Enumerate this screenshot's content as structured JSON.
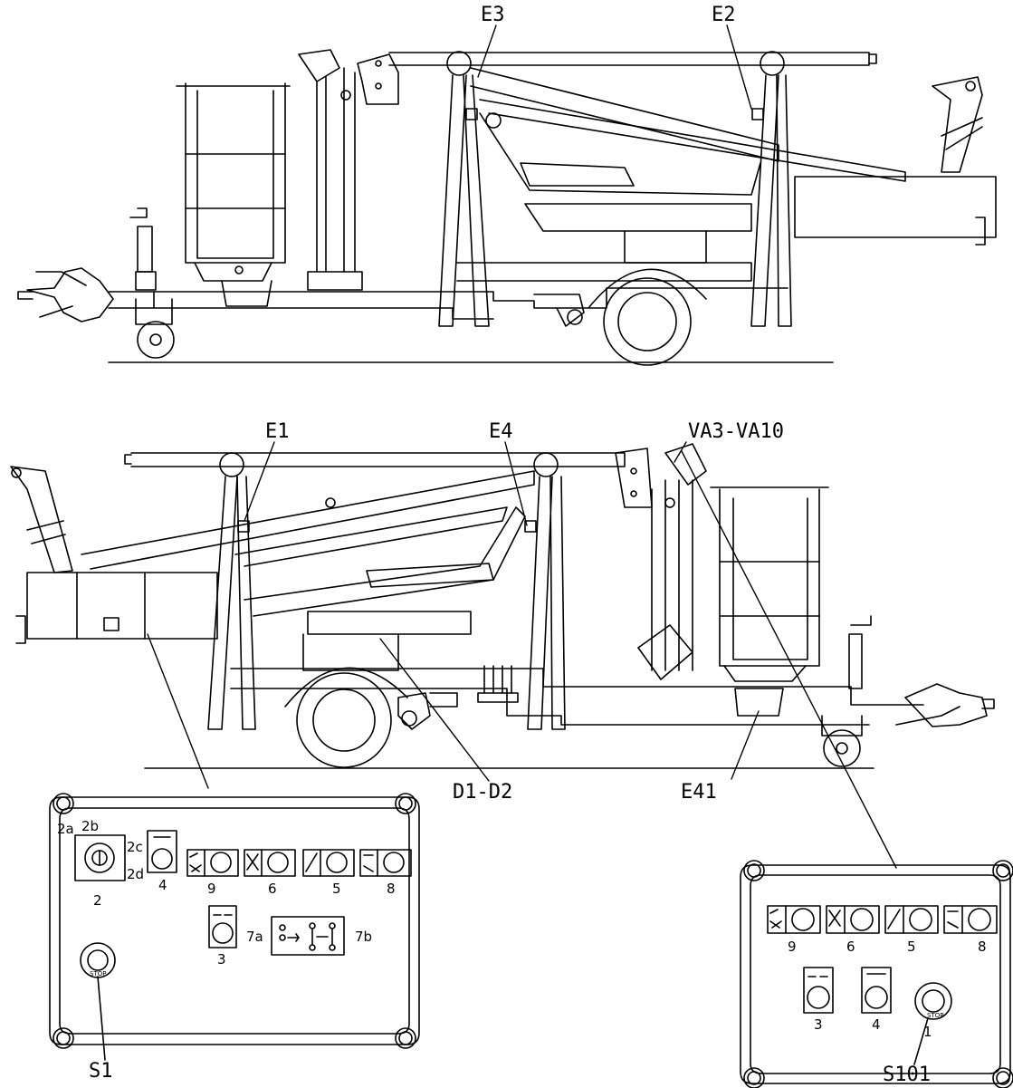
{
  "labels": {
    "e3": "E3",
    "e2": "E2",
    "e1": "E1",
    "e4": "E4",
    "va": "VA3-VA10",
    "d1d2": "D1-D2",
    "e41": "E41",
    "s1": "S1",
    "s101": "S101"
  },
  "panel_left": {
    "key_2a": "2a",
    "key_2b": "2b",
    "key_2c": "2c",
    "key_2d": "2d",
    "key_2": "2",
    "btn_4": "4",
    "btn_9": "9",
    "btn_6": "6",
    "btn_5": "5",
    "btn_8": "8",
    "btn_3": "3",
    "sel_7a": "7a",
    "sel_7b": "7b",
    "stop": "STOP"
  },
  "panel_right": {
    "btn_9": "9",
    "btn_6": "6",
    "btn_5": "5",
    "btn_8": "8",
    "btn_3": "3",
    "btn_4": "4",
    "btn_1": "1",
    "stop": "STOP"
  }
}
